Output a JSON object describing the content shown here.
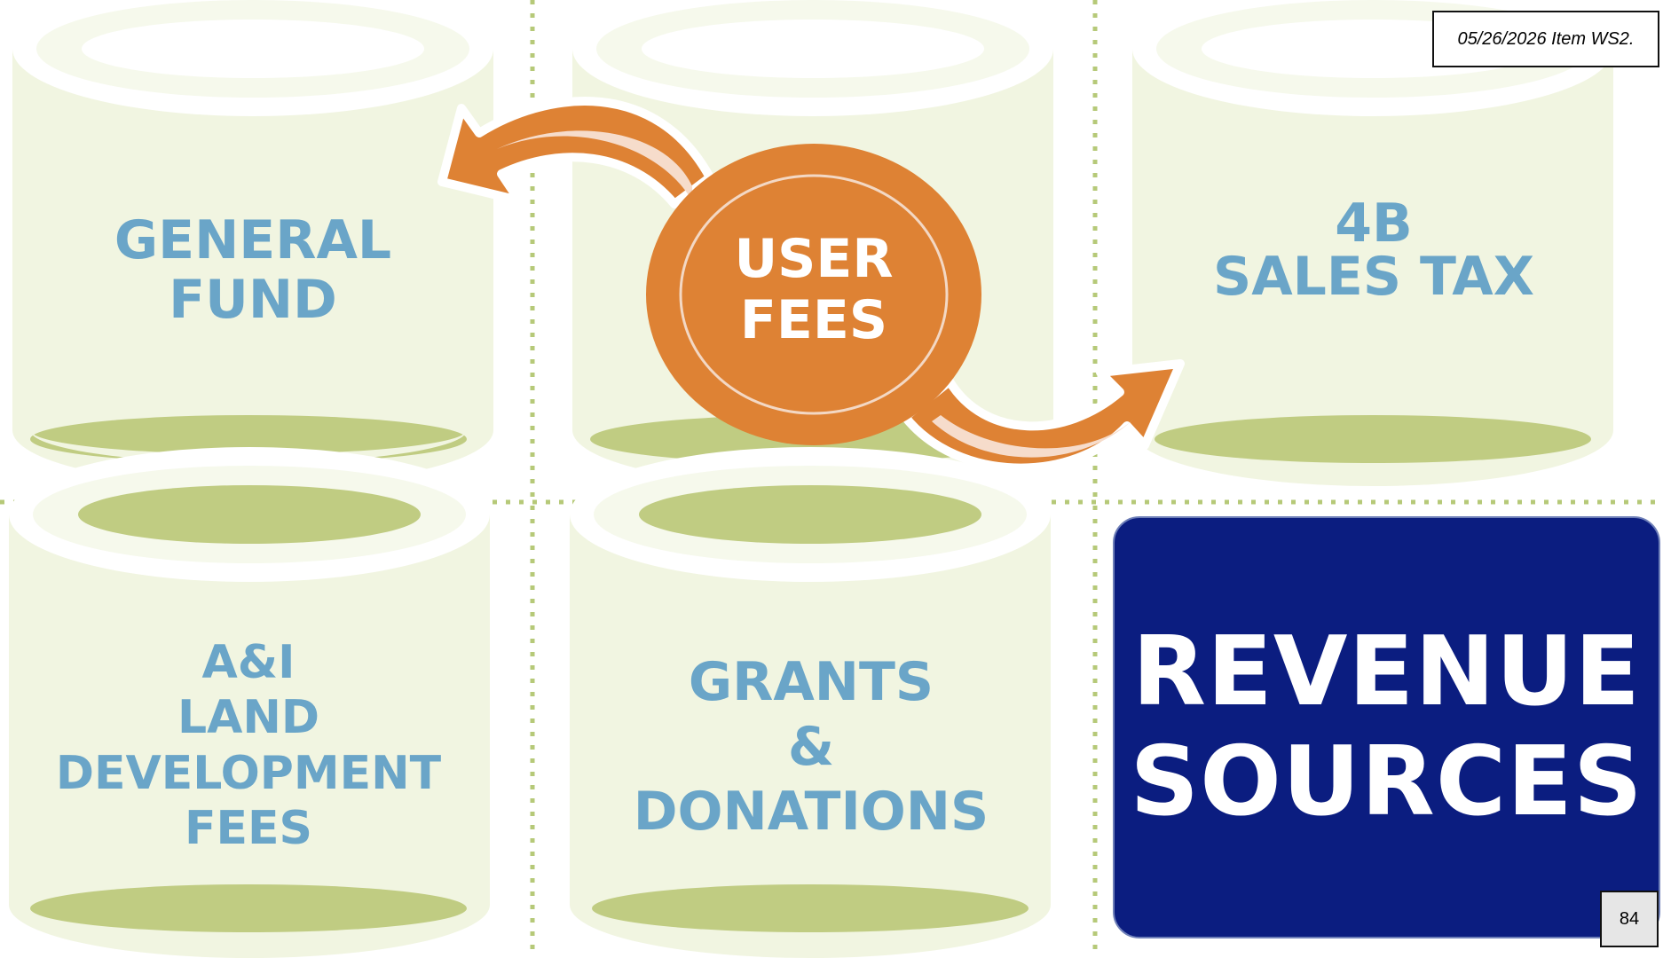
{
  "header_tag": "05/26/2026 Item WS2.",
  "page_number": "84",
  "colors": {
    "barrel_body": "#f1f5e1",
    "barrel_rim": "#f6f9ec",
    "barrel_shadow": "#c0cc82",
    "barrel_text": "#6aa5c8",
    "highlight": "#de8234",
    "title_bg": "#0b1d80",
    "divider": "#b6c978"
  },
  "barrels": [
    {
      "id": "general-fund",
      "lines": [
        "GENERAL",
        "FUND"
      ]
    },
    {
      "id": "user-fees",
      "lines": [
        "USER",
        "FEES"
      ]
    },
    {
      "id": "4b-sales-tax",
      "lines": [
        "4B",
        "SALES TAX"
      ]
    },
    {
      "id": "ai-land-development-fees",
      "lines": [
        "A&I",
        "LAND",
        "DEVELOPMENT",
        "FEES"
      ]
    },
    {
      "id": "grants-donations",
      "lines": [
        "GRANTS",
        "&",
        "DONATIONS"
      ]
    }
  ],
  "title": {
    "lines": [
      "REVENUE",
      "SOURCES"
    ]
  },
  "icons": {
    "arrow_left": "curved-arrow-left-icon",
    "arrow_right": "curved-arrow-right-icon"
  }
}
